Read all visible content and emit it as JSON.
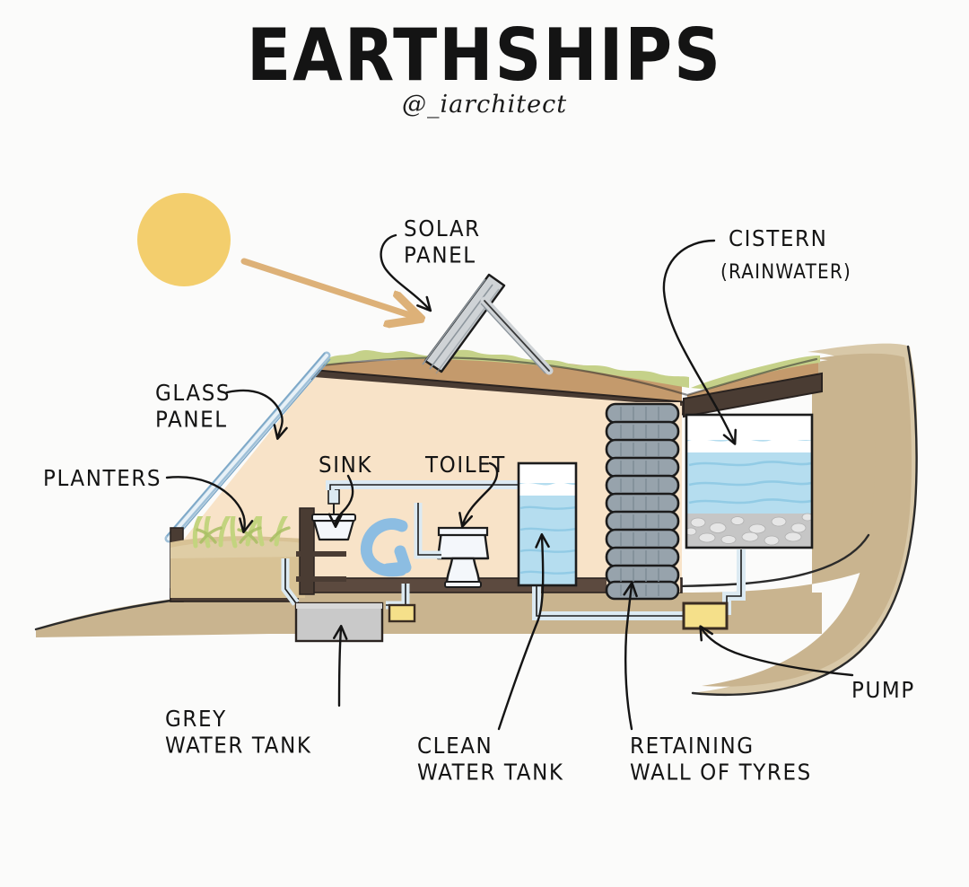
{
  "header": {
    "title": "EARTHSHIPS",
    "handle": "@_iarchitect"
  },
  "labels": {
    "solar_panel": "SOLAR\nPANEL",
    "cistern": "CISTERN",
    "cistern_sub": "(RAINWATER)",
    "glass_panel": "GLASS\nPANEL",
    "planters": "PLANTERS",
    "sink": "SINK",
    "toilet": "TOILET",
    "grey_water_tank": "GREY\nWATER TANK",
    "clean_water_tank": "CLEAN\nWATER TANK",
    "retaining_wall": "RETAINING\nWALL OF TYRES",
    "pump": "PUMP"
  },
  "colors": {
    "background": "#fbfbfa",
    "sun": "#f3ce6d",
    "sun_ray": "#ddb178",
    "earth_berm": "#c9b48f",
    "earth_berm_light": "#d8c8a8",
    "roof_soil": "#c49a6c",
    "roof_grass": "#c5d189",
    "roof_edge": "#4a3c33",
    "interior_wall": "#f8e3c8",
    "interior_floor": "#5c4a3f",
    "glass": "#9fc0d8",
    "water": "#b5ddef",
    "water_line": "#8cc8e4",
    "tyre": "#97a3ac",
    "tyre_outline": "#1c1c1c",
    "gravel": "#c6c6c6",
    "pump_box": "#f5e08a",
    "pump_border": "#3a2d22",
    "grey_tank": "#c9c9c9",
    "pipe": "#dceaf2",
    "pipe_outline": "#1c1c1c",
    "fixture_white": "#f4f7fb",
    "plant_green": "#c3d47f",
    "ink": "#141414",
    "planter_wall": "#4a3c33"
  },
  "scene": {
    "sun_label": "sun",
    "sun_ray_label": "sunlight-ray",
    "solar_panel_label": "solar-panel",
    "cistern_label": "cistern-tank",
    "clean_tank_label": "clean-water-tank",
    "grey_tank_label": "grey-water-tank",
    "tyre_wall_label": "retaining-wall-of-tyres",
    "pump_left_label": "pump-grey-water",
    "pump_right_label": "pump-cistern",
    "sink_label": "sink-fixture",
    "toilet_label": "toilet-fixture",
    "circulation_label": "water-circulation-arrow",
    "glass_label": "glass-panel",
    "planters_label": "planter-bed"
  }
}
